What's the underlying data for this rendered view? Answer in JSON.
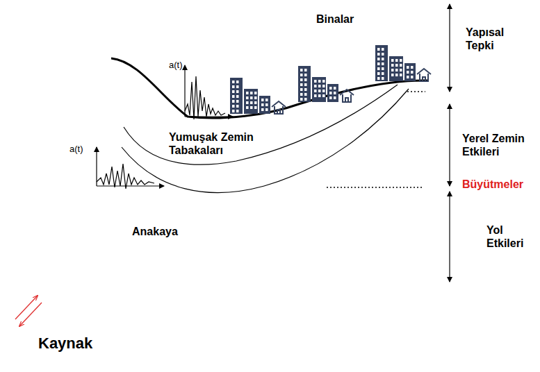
{
  "diagram": {
    "labels": [
      "Binalar",
      "a(t)",
      "Yumuşak Zemin Tabakaları",
      "a(t)",
      "Anakaya",
      "Yapısal Tepki",
      "Yerel Zemin Etkileri",
      "Büyütmeler",
      "Yol Etkileri",
      "Kaynak"
    ]
  }
}
